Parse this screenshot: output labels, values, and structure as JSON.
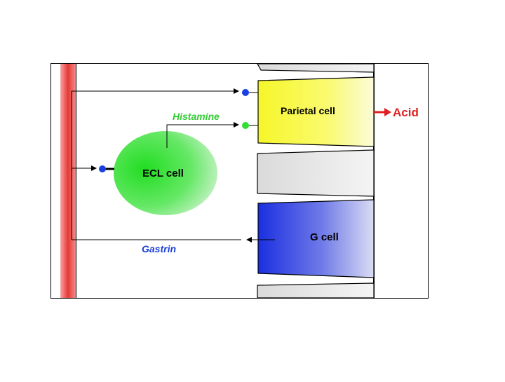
{
  "labels": {
    "parietal": "Parietal cell",
    "ecl": "ECL cell",
    "g": "G cell",
    "histamine": "Histamine",
    "gastrin": "Gastrin",
    "acid": "Acid"
  },
  "colors": {
    "blood_vessel": "#e53935",
    "histamine_text": "#33cc33",
    "gastrin_text": "#1a3fd6",
    "acid": "#e02020",
    "parietal_fill": "#ffff33",
    "ecl_fill": "#33dd33",
    "g_fill": "#1a2fe0",
    "receptor_blue": "#1a3fe0",
    "receptor_green": "#33dd33"
  }
}
